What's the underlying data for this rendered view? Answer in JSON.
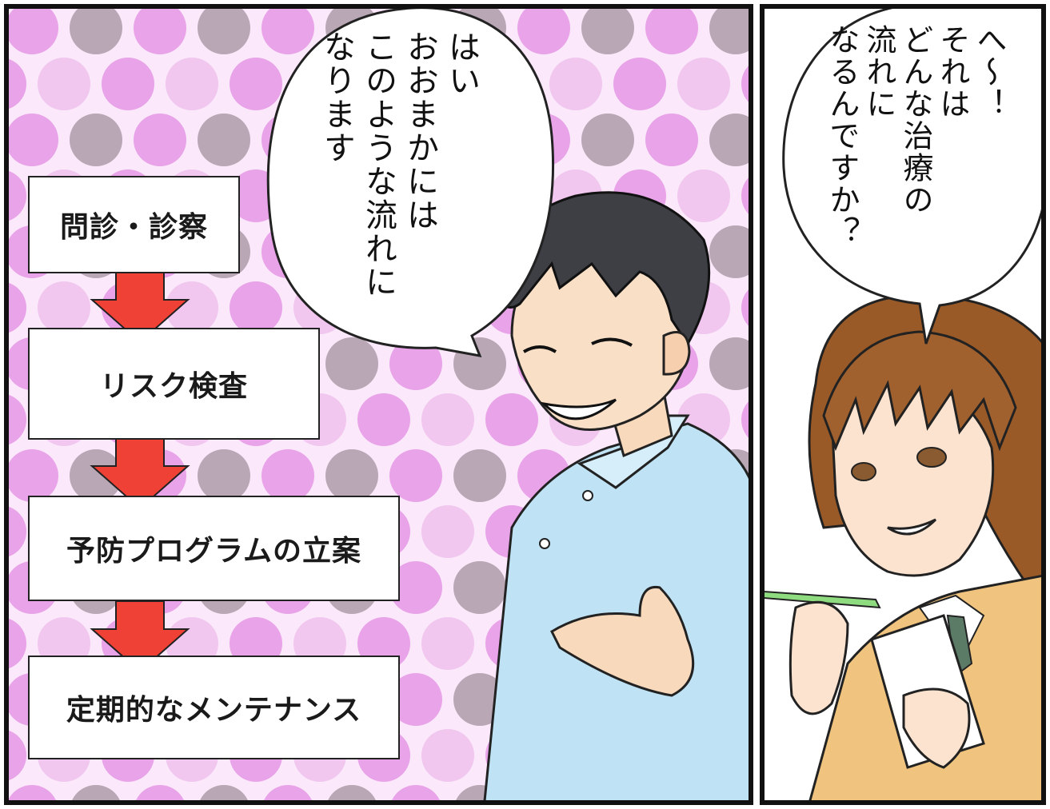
{
  "left_panel": {
    "speech_lines": [
      "はい",
      "おおまかには",
      "このような流れに",
      "なります"
    ],
    "steps": [
      {
        "label": "問診・診察"
      },
      {
        "label": "リスク検査"
      },
      {
        "label": "予防プログラムの立案"
      },
      {
        "label": "定期的なメンテナンス"
      }
    ],
    "colors": {
      "dot_pink": "#e9a3e9",
      "dot_gray": "#b9a7b5",
      "arrow": "#ef4135",
      "scrubs": "#bfe3f5"
    }
  },
  "right_panel": {
    "speech_lines": [
      "へ〜！",
      "それは",
      "どんな治療の",
      "流れに",
      "なるんですか？"
    ],
    "colors": {
      "hair": "#9a5a28",
      "jacket": "#f0c47e",
      "pencil": "#8fdc80"
    }
  }
}
